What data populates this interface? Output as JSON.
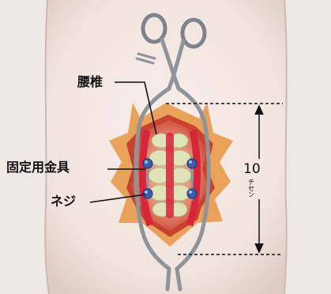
{
  "labels": {
    "spine": "腰椎",
    "fixator": "固定用金具",
    "screw": "ネジ"
  },
  "dimension": {
    "value": "10",
    "unit": "チセン"
  },
  "colors": {
    "background": "#efe9e6",
    "skin": "#f4e9e4",
    "skin_shadow": "#dcc9c2",
    "incision_outer": "#e9a25a",
    "incision_mid": "#c8432f",
    "wound_red": "#d8253a",
    "retractor": "#8f949a",
    "vertebra": "#dfe4b8",
    "screw_blue": "#3b5db0",
    "line": "#111111"
  },
  "icons": [
    "surgical-retractor-icon"
  ]
}
